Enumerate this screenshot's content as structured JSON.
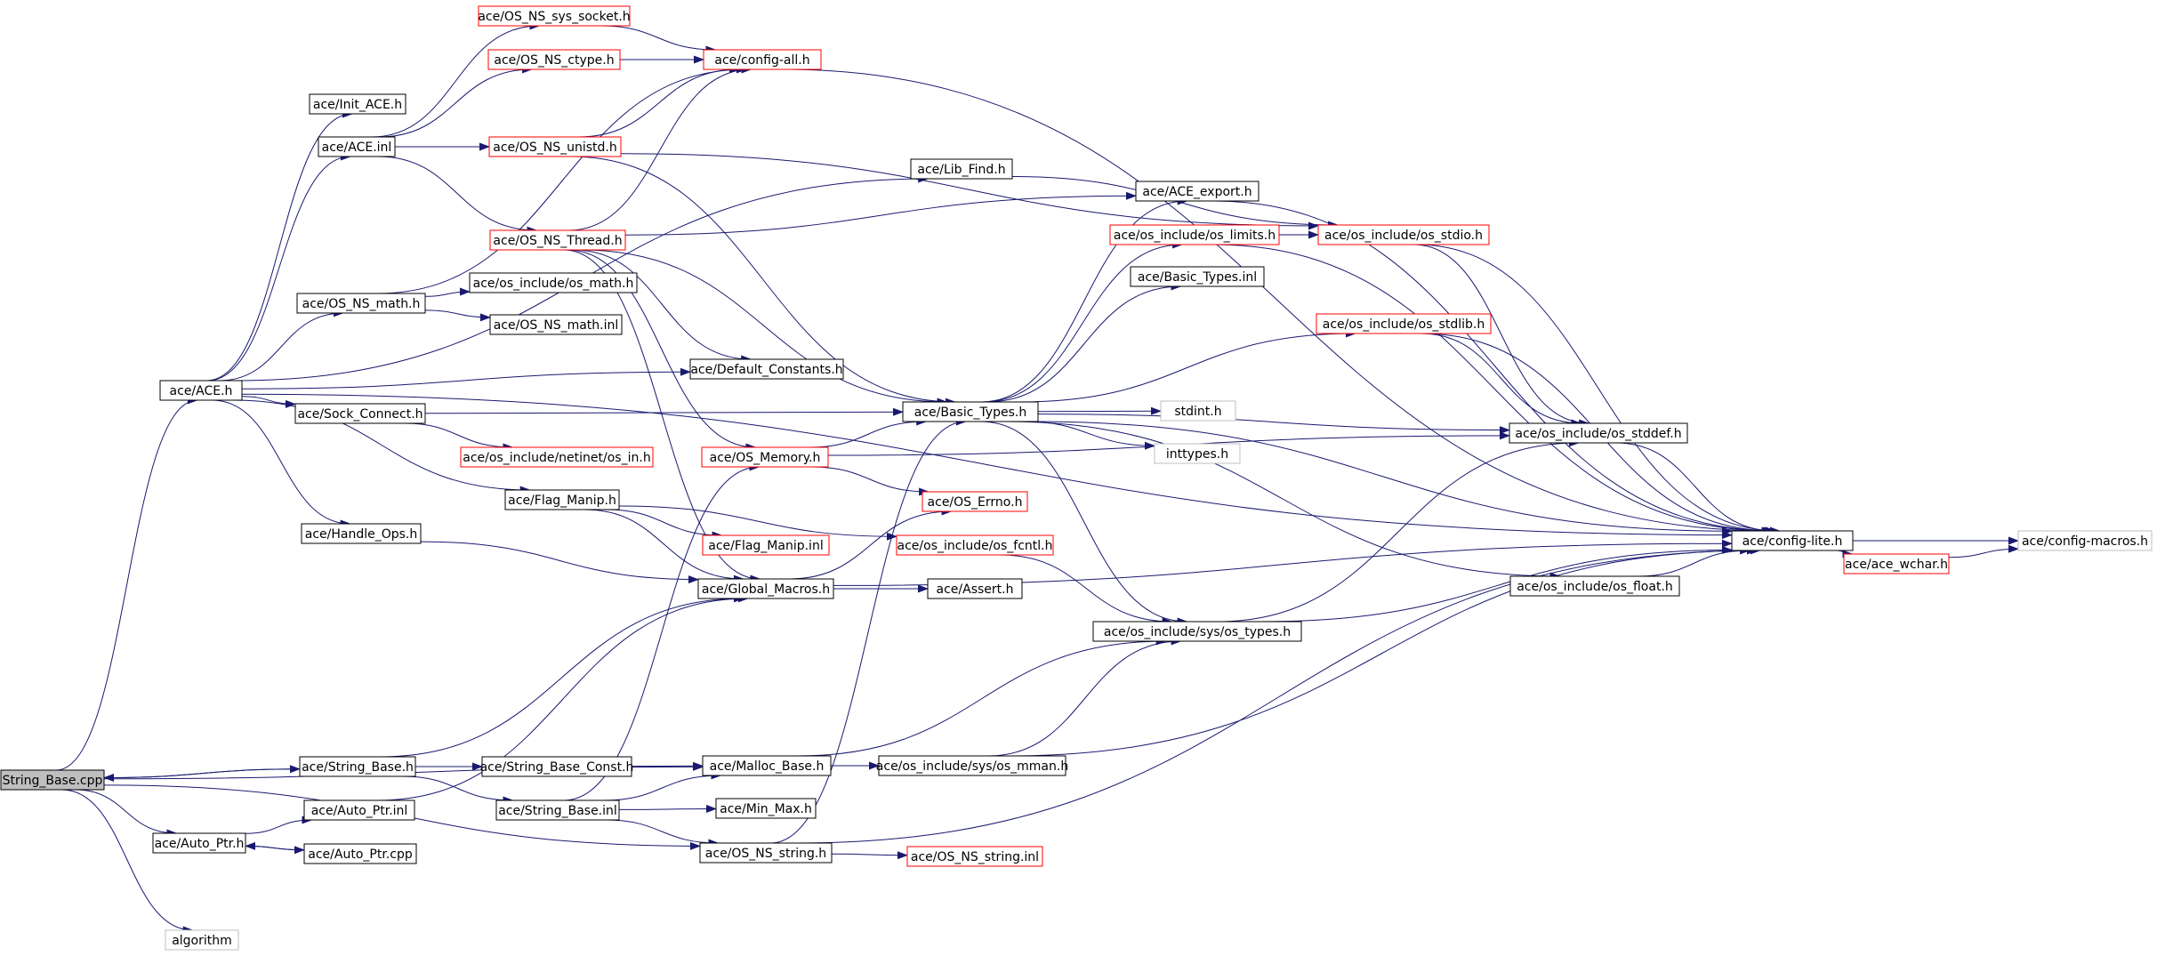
{
  "colors": {
    "edge": "#191970",
    "border_black": "#000000",
    "border_red": "#ff0000",
    "border_gray": "#bfbfbf",
    "root_fill": "#bfbfbf",
    "node_fill": "#ffffff"
  },
  "nodes": [
    {
      "id": "string_base_cpp",
      "label": "String_Base.cpp",
      "style": "root"
    },
    {
      "id": "ace_h",
      "label": "ace/ACE.h",
      "style": "black"
    },
    {
      "id": "auto_ptr_h",
      "label": "ace/Auto_Ptr.h",
      "style": "black"
    },
    {
      "id": "algorithm",
      "label": "algorithm",
      "style": "gray"
    },
    {
      "id": "string_base_h",
      "label": "ace/String_Base.h",
      "style": "black"
    },
    {
      "id": "auto_ptr_inl",
      "label": "ace/Auto_Ptr.inl",
      "style": "black"
    },
    {
      "id": "auto_ptr_cpp",
      "label": "ace/Auto_Ptr.cpp",
      "style": "black"
    },
    {
      "id": "init_ace_h",
      "label": "ace/Init_ACE.h",
      "style": "black"
    },
    {
      "id": "ace_inl",
      "label": "ace/ACE.inl",
      "style": "black"
    },
    {
      "id": "os_ns_math_h",
      "label": "ace/OS_NS_math.h",
      "style": "black"
    },
    {
      "id": "handle_ops_h",
      "label": "ace/Handle_Ops.h",
      "style": "black"
    },
    {
      "id": "sock_connect_h",
      "label": "ace/Sock_Connect.h",
      "style": "black"
    },
    {
      "id": "flag_manip_h",
      "label": "ace/Flag_Manip.h",
      "style": "black"
    },
    {
      "id": "string_base_const_h",
      "label": "ace/String_Base_Const.h",
      "style": "black"
    },
    {
      "id": "string_base_inl",
      "label": "ace/String_Base.inl",
      "style": "black"
    },
    {
      "id": "os_ns_sys_socket_h",
      "label": "ace/OS_NS_sys_socket.h",
      "style": "red"
    },
    {
      "id": "os_ns_ctype_h",
      "label": "ace/OS_NS_ctype.h",
      "style": "red"
    },
    {
      "id": "os_ns_unistd_h",
      "label": "ace/OS_NS_unistd.h",
      "style": "red"
    },
    {
      "id": "os_ns_thread_h",
      "label": "ace/OS_NS_Thread.h",
      "style": "red"
    },
    {
      "id": "os_include_os_math_h",
      "label": "ace/os_include/os_math.h",
      "style": "black"
    },
    {
      "id": "os_ns_math_inl",
      "label": "ace/OS_NS_math.inl",
      "style": "black"
    },
    {
      "id": "os_in_h",
      "label": "ace/os_include/netinet/os_in.h",
      "style": "red"
    },
    {
      "id": "config_all_h",
      "label": "ace/config-all.h",
      "style": "red"
    },
    {
      "id": "default_constants_h",
      "label": "ace/Default_Constants.h",
      "style": "black"
    },
    {
      "id": "os_memory_h",
      "label": "ace/OS_Memory.h",
      "style": "red"
    },
    {
      "id": "flag_manip_inl",
      "label": "ace/Flag_Manip.inl",
      "style": "red"
    },
    {
      "id": "global_macros_h",
      "label": "ace/Global_Macros.h",
      "style": "black"
    },
    {
      "id": "malloc_base_h",
      "label": "ace/Malloc_Base.h",
      "style": "black"
    },
    {
      "id": "min_max_h",
      "label": "ace/Min_Max.h",
      "style": "black"
    },
    {
      "id": "os_ns_string_h",
      "label": "ace/OS_NS_string.h",
      "style": "black"
    },
    {
      "id": "lib_find_h",
      "label": "ace/Lib_Find.h",
      "style": "black"
    },
    {
      "id": "basic_types_h",
      "label": "ace/Basic_Types.h",
      "style": "black"
    },
    {
      "id": "os_errno_h",
      "label": "ace/OS_Errno.h",
      "style": "red"
    },
    {
      "id": "os_fcntl_h",
      "label": "ace/os_include/os_fcntl.h",
      "style": "red"
    },
    {
      "id": "assert_h",
      "label": "ace/Assert.h",
      "style": "black"
    },
    {
      "id": "os_mman_h",
      "label": "ace/os_include/sys/os_mman.h",
      "style": "black"
    },
    {
      "id": "os_ns_string_inl",
      "label": "ace/OS_NS_string.inl",
      "style": "red"
    },
    {
      "id": "ace_export_h",
      "label": "ace/ACE_export.h",
      "style": "black"
    },
    {
      "id": "os_limits_h",
      "label": "ace/os_include/os_limits.h",
      "style": "red"
    },
    {
      "id": "basic_types_inl",
      "label": "ace/Basic_Types.inl",
      "style": "black"
    },
    {
      "id": "stdint_h",
      "label": "stdint.h",
      "style": "gray"
    },
    {
      "id": "inttypes_h",
      "label": "inttypes.h",
      "style": "gray"
    },
    {
      "id": "os_types_h",
      "label": "ace/os_include/sys/os_types.h",
      "style": "black"
    },
    {
      "id": "os_stdio_h",
      "label": "ace/os_include/os_stdio.h",
      "style": "red"
    },
    {
      "id": "os_stdlib_h",
      "label": "ace/os_include/os_stdlib.h",
      "style": "red"
    },
    {
      "id": "os_stddef_h",
      "label": "ace/os_include/os_stddef.h",
      "style": "black"
    },
    {
      "id": "os_float_h",
      "label": "ace/os_include/os_float.h",
      "style": "black"
    },
    {
      "id": "config_lite_h",
      "label": "ace/config-lite.h",
      "style": "black"
    },
    {
      "id": "ace_wchar_h",
      "label": "ace/ace_wchar.h",
      "style": "red"
    },
    {
      "id": "config_macros_h",
      "label": "ace/config-macros.h",
      "style": "gray"
    }
  ],
  "edges": [
    [
      "string_base_cpp",
      "ace_h"
    ],
    [
      "string_base_cpp",
      "string_base_h"
    ],
    [
      "string_base_cpp",
      "auto_ptr_h"
    ],
    [
      "string_base_cpp",
      "algorithm"
    ],
    [
      "string_base_cpp",
      "malloc_base_h"
    ],
    [
      "string_base_cpp",
      "os_ns_string_h"
    ],
    [
      "string_base_h",
      "string_base_cpp"
    ],
    [
      "ace_h",
      "init_ace_h"
    ],
    [
      "ace_h",
      "ace_inl"
    ],
    [
      "ace_h",
      "os_ns_math_h"
    ],
    [
      "ace_h",
      "sock_connect_h"
    ],
    [
      "ace_h",
      "handle_ops_h"
    ],
    [
      "ace_h",
      "flag_manip_h"
    ],
    [
      "ace_h",
      "lib_find_h"
    ],
    [
      "ace_h",
      "default_constants_h"
    ],
    [
      "ace_h",
      "config_lite_h"
    ],
    [
      "ace_inl",
      "os_ns_sys_socket_h"
    ],
    [
      "ace_inl",
      "os_ns_ctype_h"
    ],
    [
      "ace_inl",
      "os_ns_unistd_h"
    ],
    [
      "ace_inl",
      "os_ns_thread_h"
    ],
    [
      "os_ns_math_h",
      "os_include_os_math_h"
    ],
    [
      "os_ns_math_h",
      "os_ns_math_inl"
    ],
    [
      "os_ns_math_h",
      "config_all_h"
    ],
    [
      "os_ns_sys_socket_h",
      "config_all_h"
    ],
    [
      "os_ns_ctype_h",
      "config_all_h"
    ],
    [
      "os_ns_unistd_h",
      "config_all_h"
    ],
    [
      "os_ns_unistd_h",
      "basic_types_h"
    ],
    [
      "os_ns_unistd_h",
      "os_stdio_h"
    ],
    [
      "os_ns_thread_h",
      "config_all_h"
    ],
    [
      "os_ns_thread_h",
      "default_constants_h"
    ],
    [
      "os_ns_thread_h",
      "os_memory_h"
    ],
    [
      "os_ns_thread_h",
      "basic_types_h"
    ],
    [
      "os_ns_thread_h",
      "ace_export_h"
    ],
    [
      "os_ns_thread_h",
      "global_macros_h"
    ],
    [
      "config_all_h",
      "config_lite_h"
    ],
    [
      "sock_connect_h",
      "basic_types_h"
    ],
    [
      "sock_connect_h",
      "os_in_h"
    ],
    [
      "flag_manip_h",
      "flag_manip_inl"
    ],
    [
      "flag_manip_h",
      "os_fcntl_h"
    ],
    [
      "flag_manip_h",
      "global_macros_h"
    ],
    [
      "handle_ops_h",
      "global_macros_h"
    ],
    [
      "string_base_h",
      "string_base_const_h"
    ],
    [
      "string_base_h",
      "string_base_inl"
    ],
    [
      "string_base_h",
      "global_macros_h"
    ],
    [
      "string_base_const_h",
      "malloc_base_h"
    ],
    [
      "string_base_inl",
      "malloc_base_h"
    ],
    [
      "string_base_inl",
      "min_max_h"
    ],
    [
      "string_base_inl",
      "os_ns_string_h"
    ],
    [
      "string_base_inl",
      "os_memory_h"
    ],
    [
      "auto_ptr_h",
      "auto_ptr_inl"
    ],
    [
      "auto_ptr_cpp",
      "auto_ptr_h"
    ],
    [
      "auto_ptr_h",
      "auto_ptr_cpp"
    ],
    [
      "auto_ptr_inl",
      "global_macros_h"
    ],
    [
      "malloc_base_h",
      "os_mman_h"
    ],
    [
      "malloc_base_h",
      "os_types_h"
    ],
    [
      "os_ns_string_h",
      "os_ns_string_inl"
    ],
    [
      "os_ns_string_h",
      "basic_types_h"
    ],
    [
      "os_ns_string_h",
      "config_lite_h"
    ],
    [
      "os_mman_h",
      "os_types_h"
    ],
    [
      "os_mman_h",
      "config_lite_h"
    ],
    [
      "os_memory_h",
      "basic_types_h"
    ],
    [
      "os_memory_h",
      "os_errno_h"
    ],
    [
      "os_memory_h",
      "os_stddef_h"
    ],
    [
      "global_macros_h",
      "assert_h"
    ],
    [
      "global_macros_h",
      "os_errno_h"
    ],
    [
      "global_macros_h",
      "config_lite_h"
    ],
    [
      "os_fcntl_h",
      "os_types_h"
    ],
    [
      "lib_find_h",
      "os_stdio_h"
    ],
    [
      "basic_types_h",
      "os_limits_h"
    ],
    [
      "basic_types_h",
      "basic_types_inl"
    ],
    [
      "basic_types_h",
      "ace_export_h"
    ],
    [
      "basic_types_h",
      "os_stdlib_h"
    ],
    [
      "basic_types_h",
      "stdint_h"
    ],
    [
      "basic_types_h",
      "inttypes_h"
    ],
    [
      "basic_types_h",
      "os_stddef_h"
    ],
    [
      "basic_types_h",
      "config_lite_h"
    ],
    [
      "basic_types_h",
      "os_float_h"
    ],
    [
      "basic_types_h",
      "os_types_h"
    ],
    [
      "ace_export_h",
      "config_lite_h"
    ],
    [
      "os_limits_h",
      "os_stdio_h"
    ],
    [
      "os_limits_h",
      "config_lite_h"
    ],
    [
      "os_stdio_h",
      "os_stddef_h"
    ],
    [
      "os_stdio_h",
      "config_lite_h"
    ],
    [
      "os_stdlib_h",
      "os_stddef_h"
    ],
    [
      "os_stdlib_h",
      "config_lite_h"
    ],
    [
      "os_types_h",
      "os_stddef_h"
    ],
    [
      "os_types_h",
      "config_lite_h"
    ],
    [
      "os_float_h",
      "config_lite_h"
    ],
    [
      "os_stddef_h",
      "config_lite_h"
    ],
    [
      "config_lite_h",
      "ace_wchar_h"
    ],
    [
      "config_lite_h",
      "config_macros_h"
    ],
    [
      "ace_wchar_h",
      "config_macros_h"
    ]
  ]
}
